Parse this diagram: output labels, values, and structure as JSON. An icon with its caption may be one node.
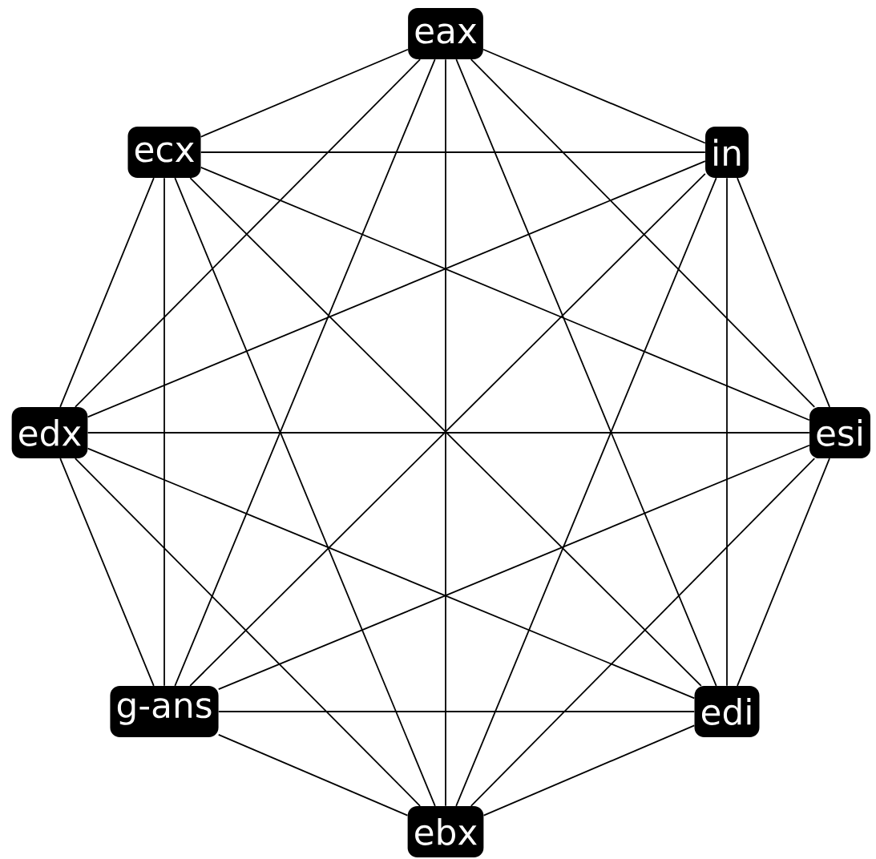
{
  "diagram": {
    "nodes": [
      {
        "text": [
          "eax"
        ]
      },
      {
        "text": [
          "ecx"
        ]
      },
      {
        "text": [
          "in"
        ]
      },
      {
        "text": [
          "edx"
        ]
      },
      {
        "text": [
          "esi"
        ]
      },
      {
        "text": [
          "g-ans"
        ]
      },
      {
        "text": [
          "edi"
        ]
      },
      {
        "text": [
          "ebx"
        ]
      }
    ],
    "edges": [
      {
        "from": 0,
        "to": 1,
        "arrow": "none"
      },
      {
        "from": 0,
        "to": 2,
        "arrow": "none"
      },
      {
        "from": 0,
        "to": 3,
        "arrow": "none"
      },
      {
        "from": 0,
        "to": 4,
        "arrow": "none"
      },
      {
        "from": 0,
        "to": 5,
        "arrow": "none"
      },
      {
        "from": 0,
        "to": 6,
        "arrow": "none"
      },
      {
        "from": 0,
        "to": 7,
        "arrow": "none"
      },
      {
        "from": 1,
        "to": 2,
        "arrow": "none"
      },
      {
        "from": 1,
        "to": 3,
        "arrow": "none"
      },
      {
        "from": 1,
        "to": 4,
        "arrow": "none"
      },
      {
        "from": 1,
        "to": 5,
        "arrow": "none"
      },
      {
        "from": 1,
        "to": 6,
        "arrow": "none"
      },
      {
        "from": 1,
        "to": 7,
        "arrow": "none"
      },
      {
        "from": 2,
        "to": 3,
        "arrow": "none"
      },
      {
        "from": 2,
        "to": 4,
        "arrow": "none"
      },
      {
        "from": 2,
        "to": 5,
        "arrow": "none"
      },
      {
        "from": 2,
        "to": 6,
        "arrow": "none"
      },
      {
        "from": 2,
        "to": 7,
        "arrow": "none"
      },
      {
        "from": 3,
        "to": 4,
        "arrow": "none"
      },
      {
        "from": 3,
        "to": 5,
        "arrow": "none"
      },
      {
        "from": 3,
        "to": 6,
        "arrow": "none"
      },
      {
        "from": 3,
        "to": 7,
        "arrow": "none"
      },
      {
        "from": 4,
        "to": 5,
        "arrow": "none"
      },
      {
        "from": 4,
        "to": 6,
        "arrow": "none"
      },
      {
        "from": 4,
        "to": 7,
        "arrow": "none"
      },
      {
        "from": 5,
        "to": 6,
        "arrow": "none"
      },
      {
        "from": 5,
        "to": 7,
        "arrow": "none"
      },
      {
        "from": 6,
        "to": 7,
        "arrow": "none"
      }
    ]
  }
}
